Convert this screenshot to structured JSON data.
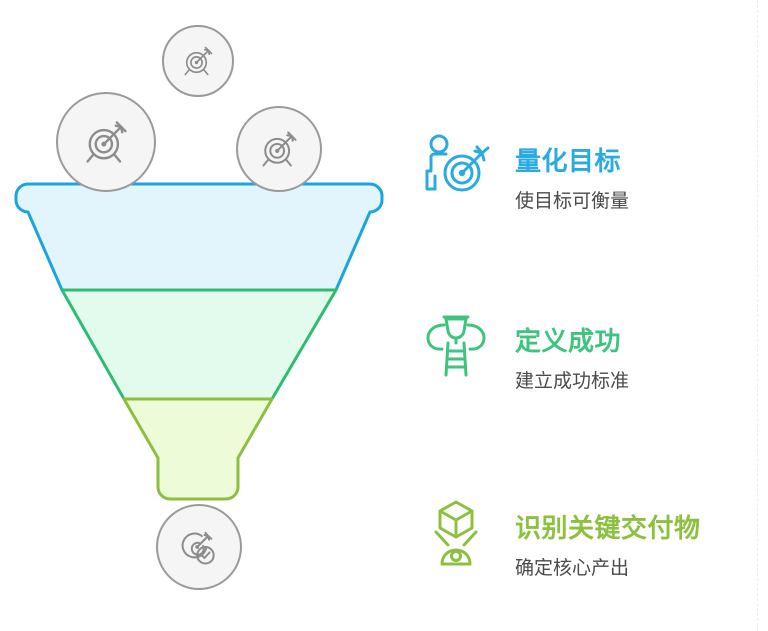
{
  "slide": {
    "background_color": "#ffffff",
    "guide_line_color": "#eceef0"
  },
  "funnel": {
    "name": "three-stage-funnel",
    "bands": [
      {
        "id": "band-quantify",
        "fill": "#e2f5fd",
        "stroke": "#1ba5dd",
        "label": "量化目标"
      },
      {
        "id": "band-define",
        "fill": "#e2fbec",
        "stroke": "#2dbd72",
        "label": "定义成功"
      },
      {
        "id": "band-identify",
        "fill": "#eefbd9",
        "stroke": "#8cbf3f",
        "label": "识别关键交付物"
      }
    ]
  },
  "input_bubbles": [
    {
      "id": "bubble-top",
      "icon": "target-arrow-icon",
      "fill": "#f5f5f5",
      "stroke": "#9a9a9a"
    },
    {
      "id": "bubble-left",
      "icon": "target-arrow-icon",
      "fill": "#f5f5f5",
      "stroke": "#9a9a9a"
    },
    {
      "id": "bubble-right",
      "icon": "target-arrow-icon",
      "fill": "#f5f5f5",
      "stroke": "#9a9a9a"
    },
    {
      "id": "bubble-bottom",
      "icon": "target-arrow-check-icon",
      "fill": "#f5f5f5",
      "stroke": "#9a9a9a"
    }
  ],
  "steps": [
    {
      "title": "量化目标",
      "subtitle": "使目标可衡量",
      "color": "#29abe2",
      "icon": "person-target-arrow-icon"
    },
    {
      "title": "定义成功",
      "subtitle": "建立成功标准",
      "color": "#3ec47e",
      "icon": "trophy-ladder-icon"
    },
    {
      "title": "识别关键交付物",
      "subtitle": "确定核心产出",
      "color": "#8cc03f",
      "icon": "box-delivery-icon"
    }
  ]
}
